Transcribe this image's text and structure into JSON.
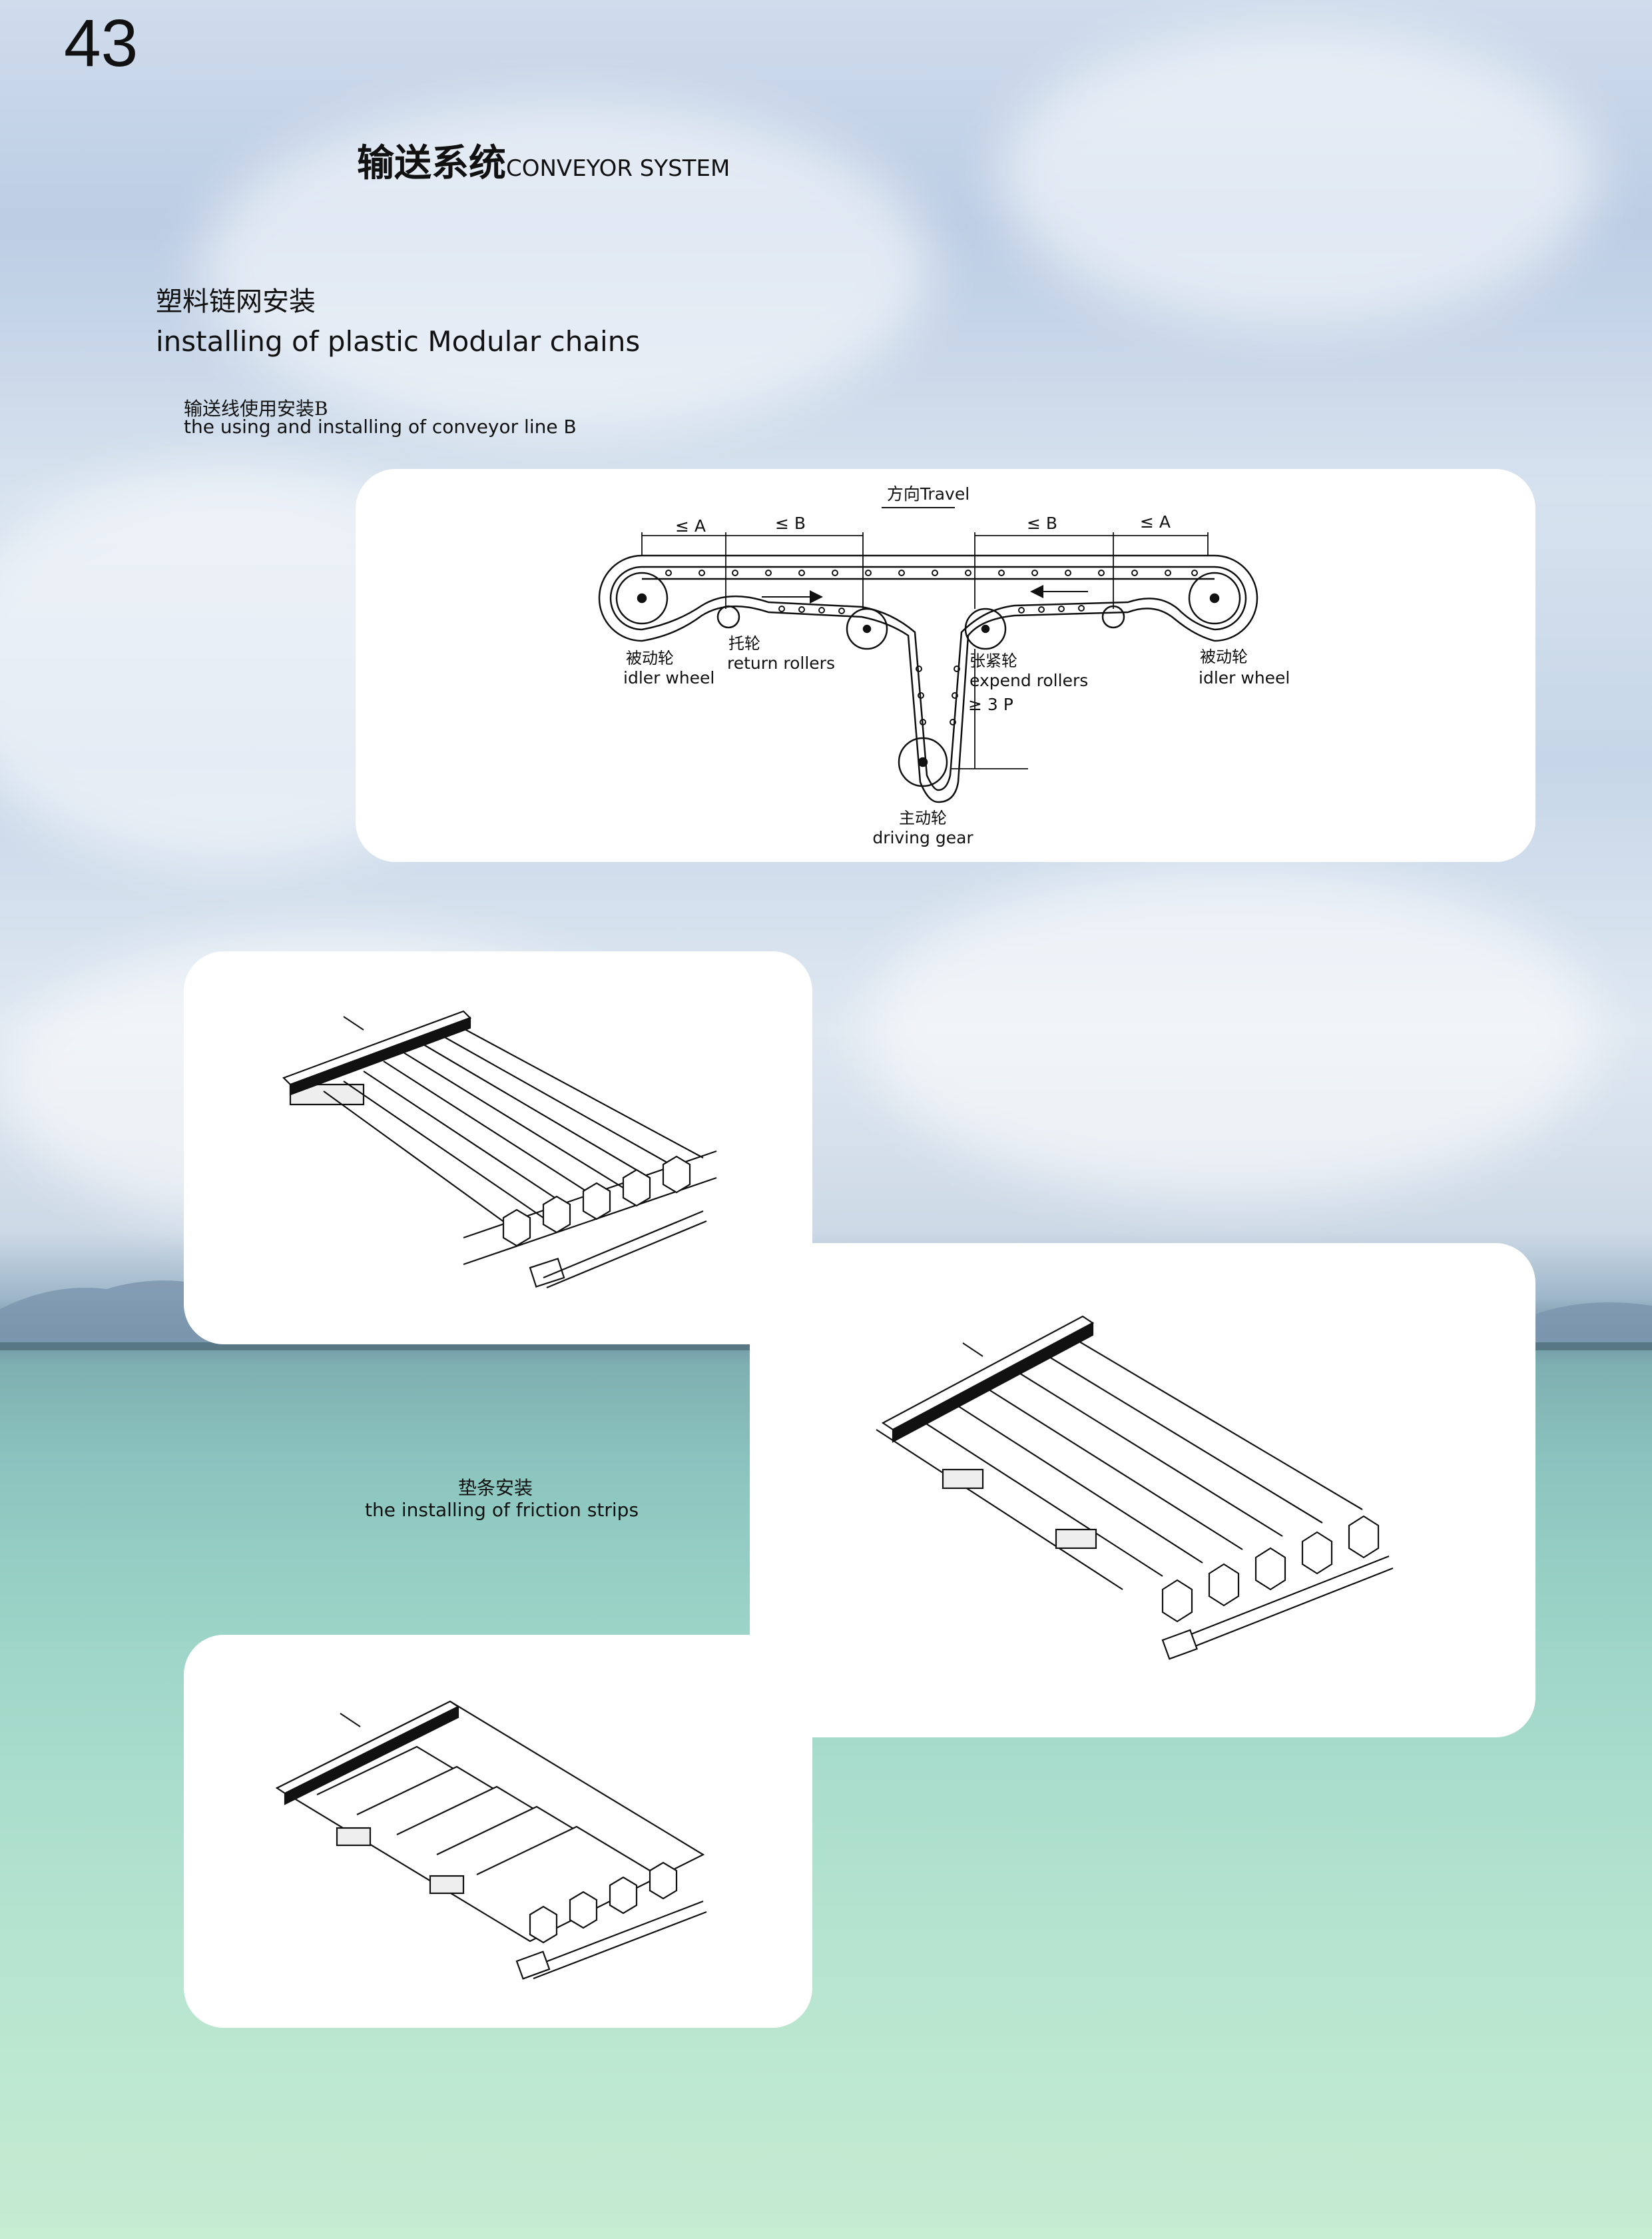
{
  "page_number": "43",
  "section_title": {
    "cn": "输送系统",
    "en": "CONVEYOR SYSTEM"
  },
  "subtitle": {
    "cn": "塑料链网安装",
    "en": "installing of plastic Modular chains"
  },
  "caption_b": {
    "cn": "输送线使用安装B",
    "en": "the using and installing of conveyor line B"
  },
  "caption_friction": {
    "cn": "垫条安装",
    "en": "the installing of friction strips"
  },
  "diagram": {
    "travel": "方向Travel",
    "dim_a": "≤ A",
    "dim_b": "≤ B",
    "dim_p": "≥ 3  P",
    "idler_left": {
      "cn": "被动轮",
      "en": "idler wheel"
    },
    "return_rollers": {
      "cn": "托轮",
      "en": "return rollers"
    },
    "expend_rollers": {
      "cn": "张紧轮",
      "en": "expend rollers"
    },
    "idler_right": {
      "cn": "被动轮",
      "en": "idler wheel"
    },
    "driving_gear": {
      "cn": "主动轮",
      "en": "driving gear"
    }
  }
}
